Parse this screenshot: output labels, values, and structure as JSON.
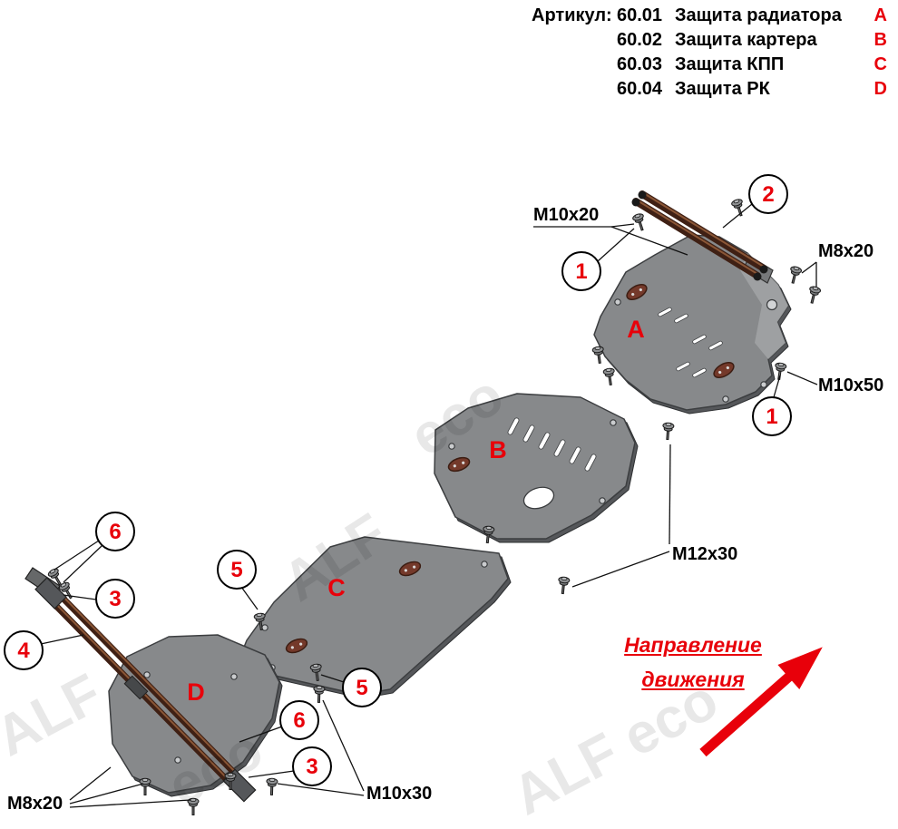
{
  "parts_list": {
    "heading": "Артикул:",
    "items": [
      {
        "code": "60.01",
        "name": "Защита радиатора",
        "letter": "A"
      },
      {
        "code": "60.02",
        "name": "Защита картера",
        "letter": "B"
      },
      {
        "code": "60.03",
        "name": "Защита КПП",
        "letter": "C"
      },
      {
        "code": "60.04",
        "name": "Защита РК",
        "letter": "D"
      }
    ]
  },
  "plate_labels": {
    "a": "A",
    "b": "B",
    "c": "C",
    "d": "D"
  },
  "callouts": {
    "n1": "1",
    "n2": "2",
    "n3": "3",
    "n4": "4",
    "n5": "5",
    "n6": "6"
  },
  "bolt_labels": {
    "top_left": "M10x20",
    "top_right": "M8x20",
    "right": "M10x50",
    "middle": "M12x30",
    "bottom_middle": "M10x30",
    "bottom_left": "M8x20"
  },
  "direction": {
    "line1": "Направление",
    "line2": "движения"
  },
  "watermark": {
    "full": "ALF eco",
    "alf": "ALF",
    "eco": "eco"
  },
  "colors": {
    "accent_red": "#e8000a",
    "plate_gray": "#87898b",
    "bar_brown": "#3f2014"
  }
}
